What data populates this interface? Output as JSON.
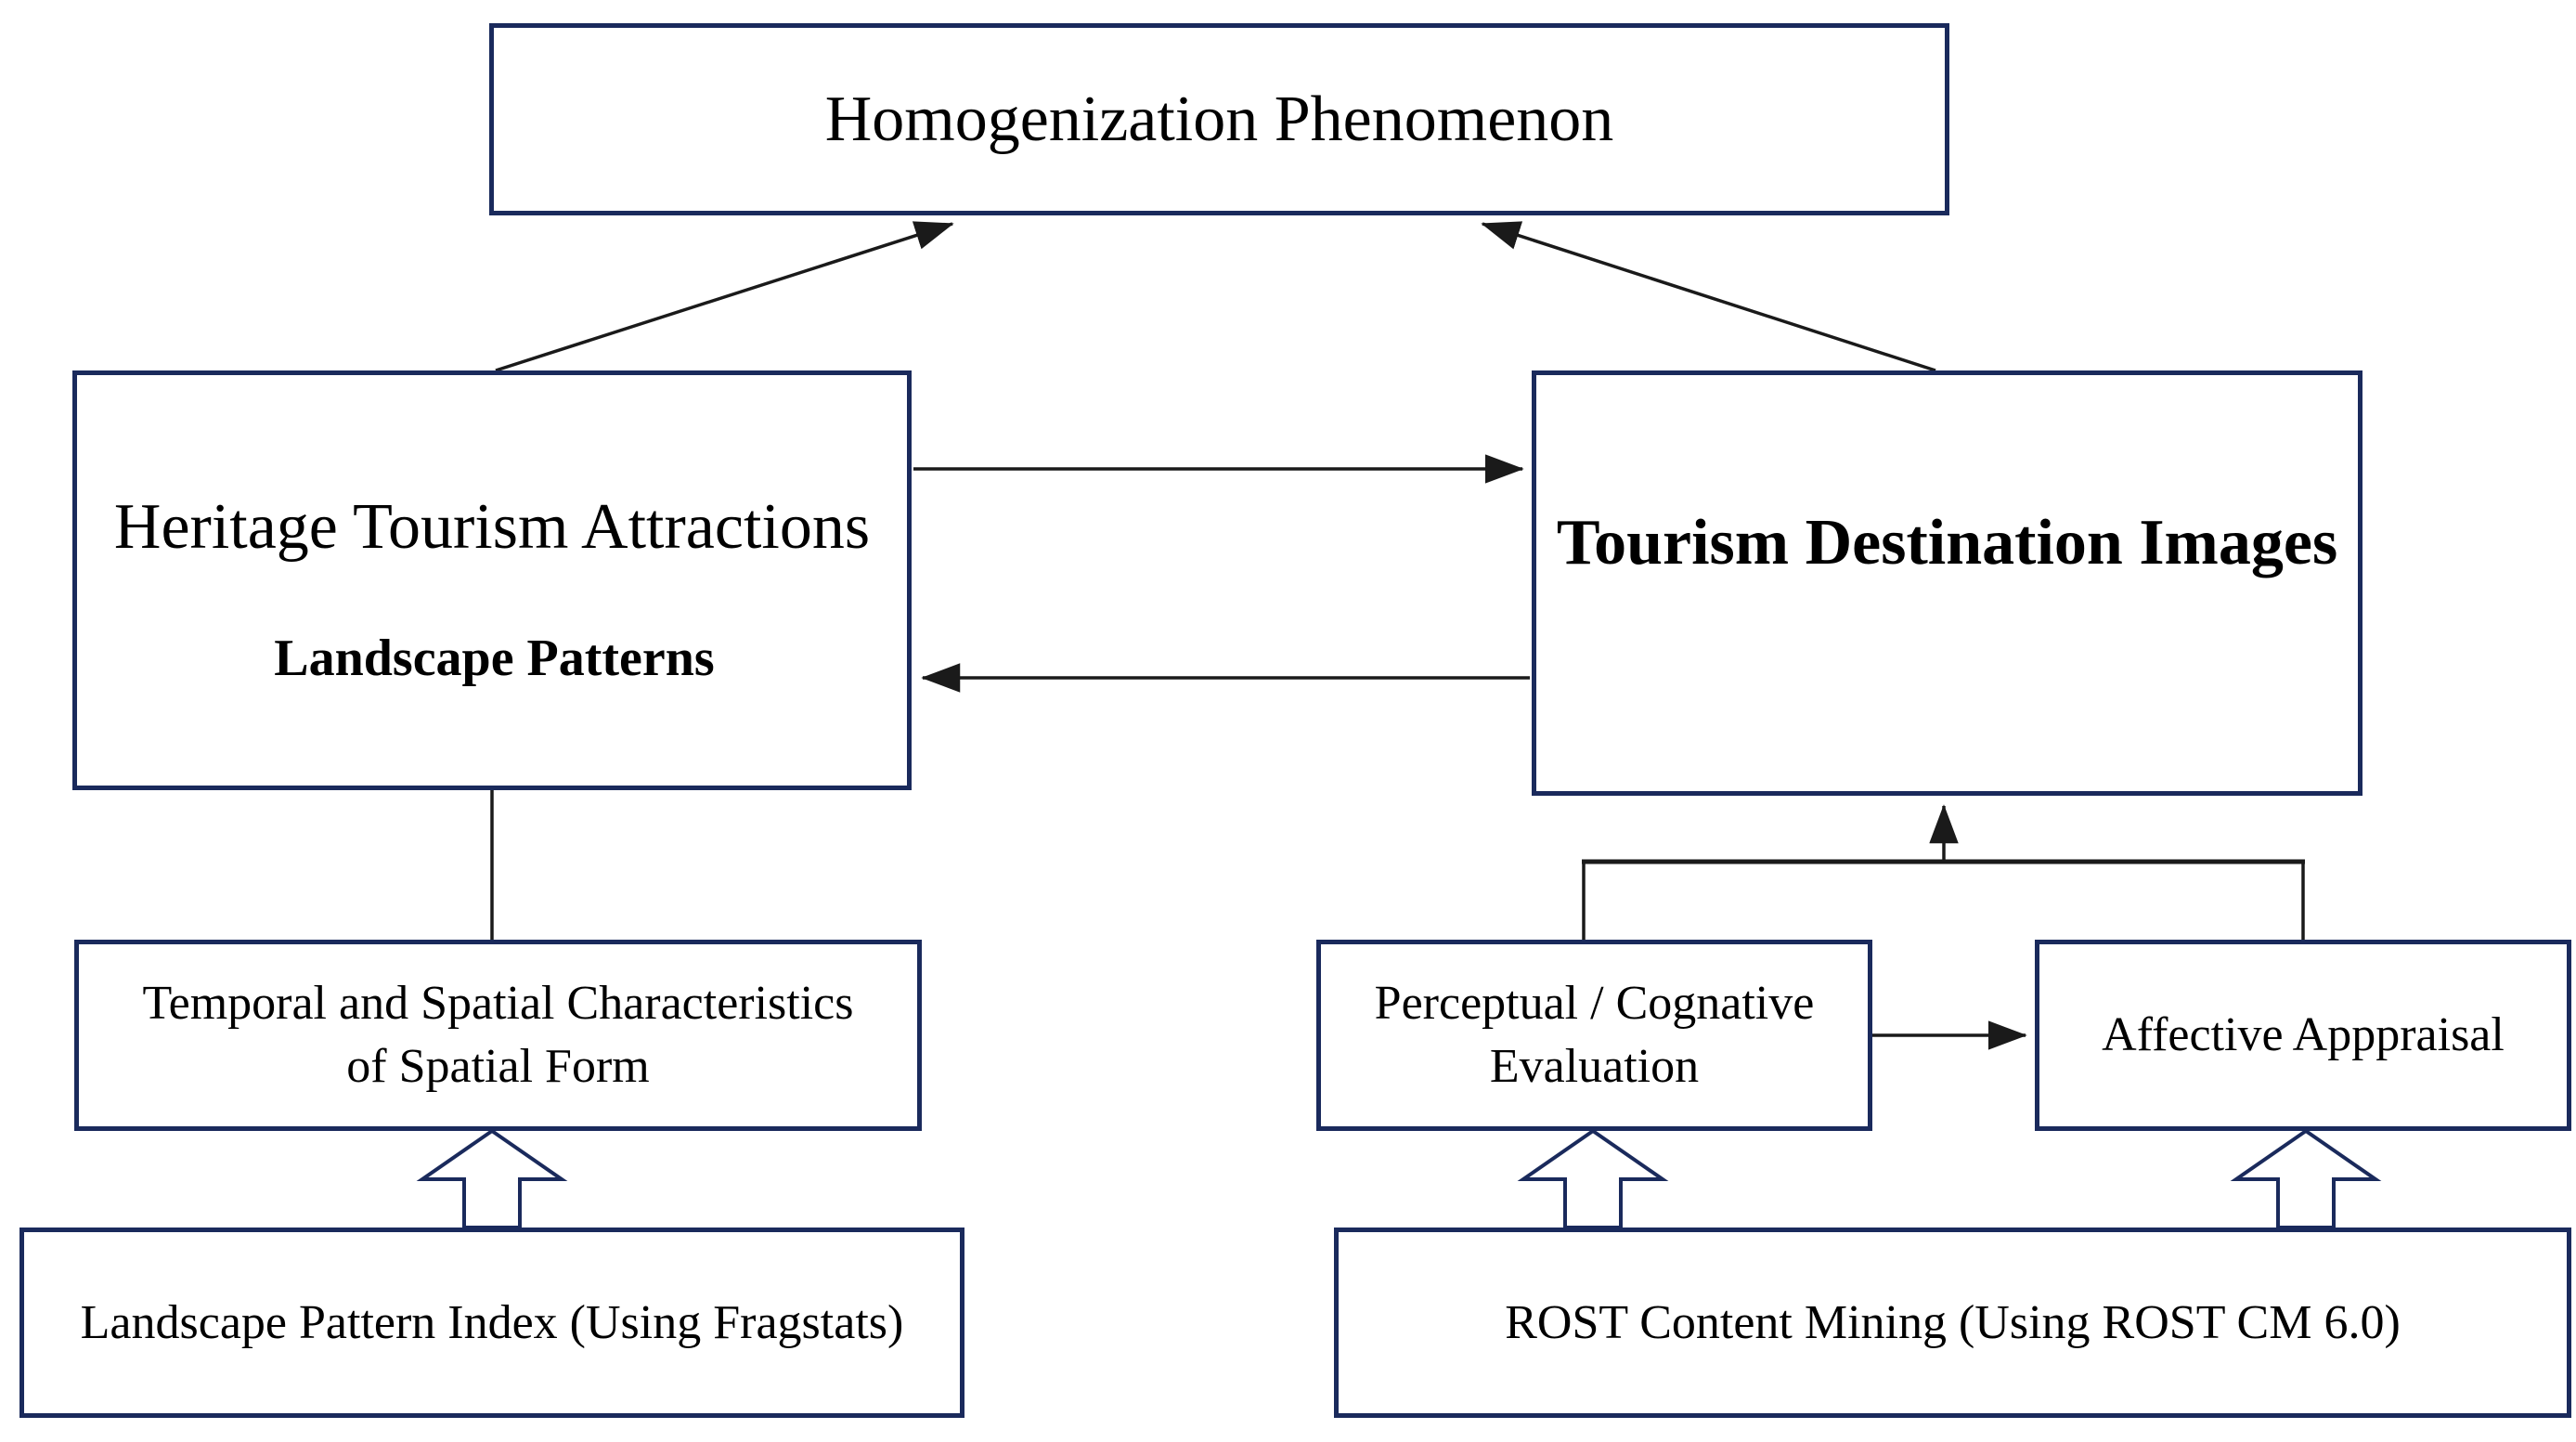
{
  "figure": {
    "type": "flow-diagram",
    "colors": {
      "box_border": "#1a2a5c",
      "arrow": "#1a1a1a",
      "text": "#000000",
      "background": "#ffffff"
    },
    "nodes": {
      "homogenization": {
        "label": "Homogenization Phenomenon"
      },
      "heritage": {
        "label": "Heritage Tourism Attractions"
      },
      "landscape_patterns": {
        "label": "Landscape Patterns"
      },
      "tourism": {
        "label": "Tourism Destination Images"
      },
      "temporal": {
        "line1": "Temporal and Spatial Characteristics",
        "line2": "of Spatial Form"
      },
      "lpi": {
        "label": "Landscape Pattern Index (Using Fragstats)"
      },
      "perceptual": {
        "line1": "Perceptual / Cognative",
        "line2": "Evaluation"
      },
      "affective": {
        "label": "Affective Apppraisal"
      },
      "rost": {
        "label": "ROST Content Mining (Using ROST CM 6.0)"
      }
    },
    "edges": [
      {
        "from": "heritage",
        "to": "homogenization",
        "style": "thin-arrow"
      },
      {
        "from": "tourism",
        "to": "homogenization",
        "style": "thin-arrow"
      },
      {
        "from": "heritage",
        "to": "tourism",
        "style": "thin-arrow"
      },
      {
        "from": "tourism",
        "to": "heritage",
        "style": "thin-arrow"
      },
      {
        "from": "temporal",
        "to": "landscape_patterns",
        "style": "thin-arrow"
      },
      {
        "from": "perceptual",
        "to": "affective",
        "style": "thin-arrow"
      },
      {
        "from": "perceptual+affective",
        "to": "tourism",
        "style": "bracket-arrow"
      },
      {
        "from": "lpi",
        "to": "temporal",
        "style": "hollow-block-arrow"
      },
      {
        "from": "rost",
        "to": "perceptual",
        "style": "hollow-block-arrow"
      },
      {
        "from": "rost",
        "to": "affective",
        "style": "hollow-block-arrow"
      }
    ]
  }
}
